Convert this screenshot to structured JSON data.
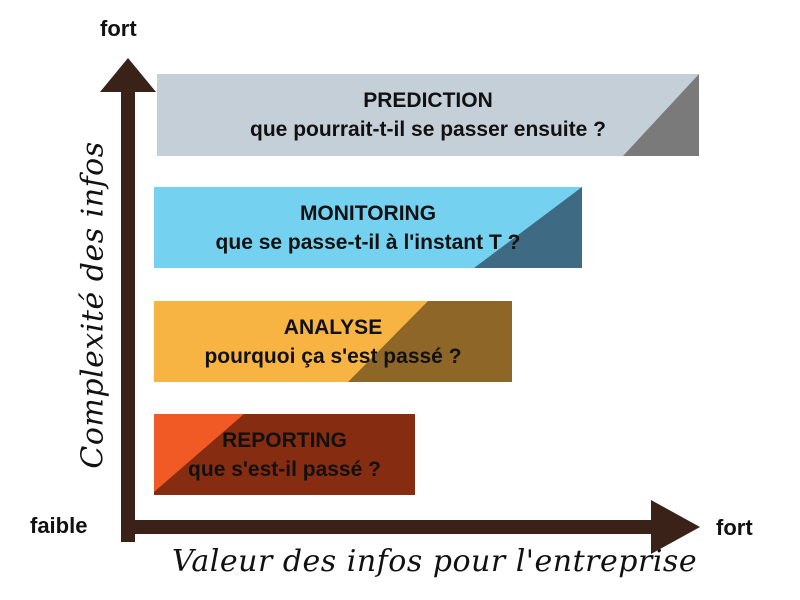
{
  "axes": {
    "y_high_label": "fort",
    "x_high_label": "fort",
    "origin_label": "faible",
    "x_title": "Valeur des infos pour l'entreprise",
    "y_title": "Complexité des infos",
    "arrow_color": "#3a2218"
  },
  "bands": [
    {
      "id": "prediction",
      "title": "PREDICTION",
      "subtitle": "que pourrait-t-il se passer ensuite  ?",
      "light_color": "#c5cfd8",
      "dark_color": "#7a7a7a"
    },
    {
      "id": "monitoring",
      "title": "MONITORING",
      "subtitle": "que se passe-t-il à l'instant T ?",
      "light_color": "#74d2f0",
      "dark_color": "#3f6a84"
    },
    {
      "id": "analyse",
      "title": "ANALYSE",
      "subtitle": "pourquoi ça s'est passé ?",
      "light_color": "#f8b443",
      "dark_color": "#8e6628"
    },
    {
      "id": "reporting",
      "title": "REPORTING",
      "subtitle": "que s'est-il passé ?",
      "light_color": "#f15a24",
      "dark_color": "#862c10"
    }
  ]
}
